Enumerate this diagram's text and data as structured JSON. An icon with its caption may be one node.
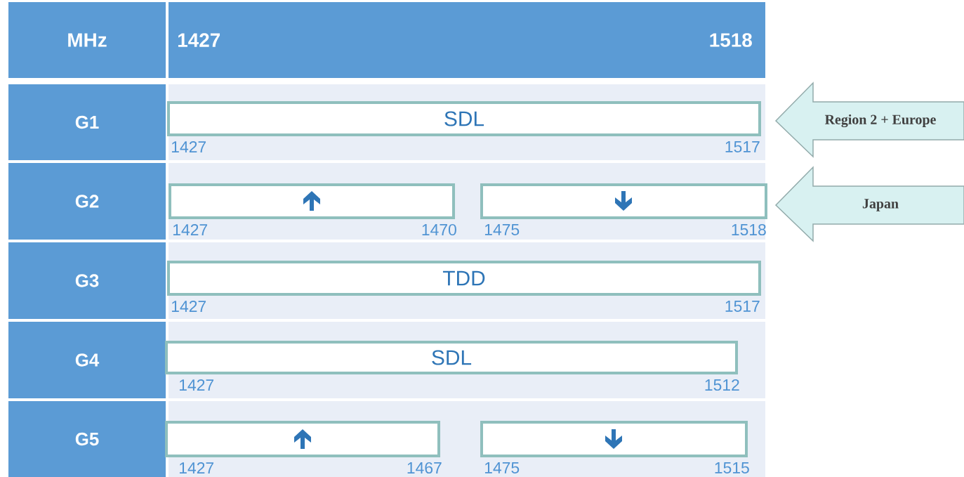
{
  "diagram": {
    "nodes": [
      {
        "text": [
          "MHz"
        ]
      },
      {
        "text": [
          "1427",
          "1518"
        ]
      },
      {
        "text": [
          "G1"
        ]
      },
      {
        "text": [
          "SDL"
        ],
        "beside": [
          "1427",
          "1517"
        ]
      },
      {
        "text": [
          "Region 2 + Europe"
        ]
      },
      {
        "text": [
          "G2"
        ]
      },
      {
        "text": [],
        "shape": "box",
        "beside": [
          "1427",
          "1470"
        ]
      },
      {
        "text": [],
        "shape": "box",
        "beside": [
          "1475",
          "1518"
        ]
      },
      {
        "text": [
          "Japan"
        ]
      },
      {
        "text": [
          "G3"
        ]
      },
      {
        "text": [
          "TDD"
        ],
        "beside": [
          "1427",
          "1517"
        ]
      },
      {
        "text": [
          "G4"
        ]
      },
      {
        "text": [
          "SDL"
        ],
        "beside": [
          "1427",
          "1512"
        ]
      },
      {
        "text": [
          "G5"
        ]
      },
      {
        "text": [],
        "shape": "box",
        "beside": [
          "1427",
          "1467"
        ]
      },
      {
        "text": [],
        "shape": "box",
        "beside": [
          "1475",
          "1515"
        ]
      }
    ]
  }
}
